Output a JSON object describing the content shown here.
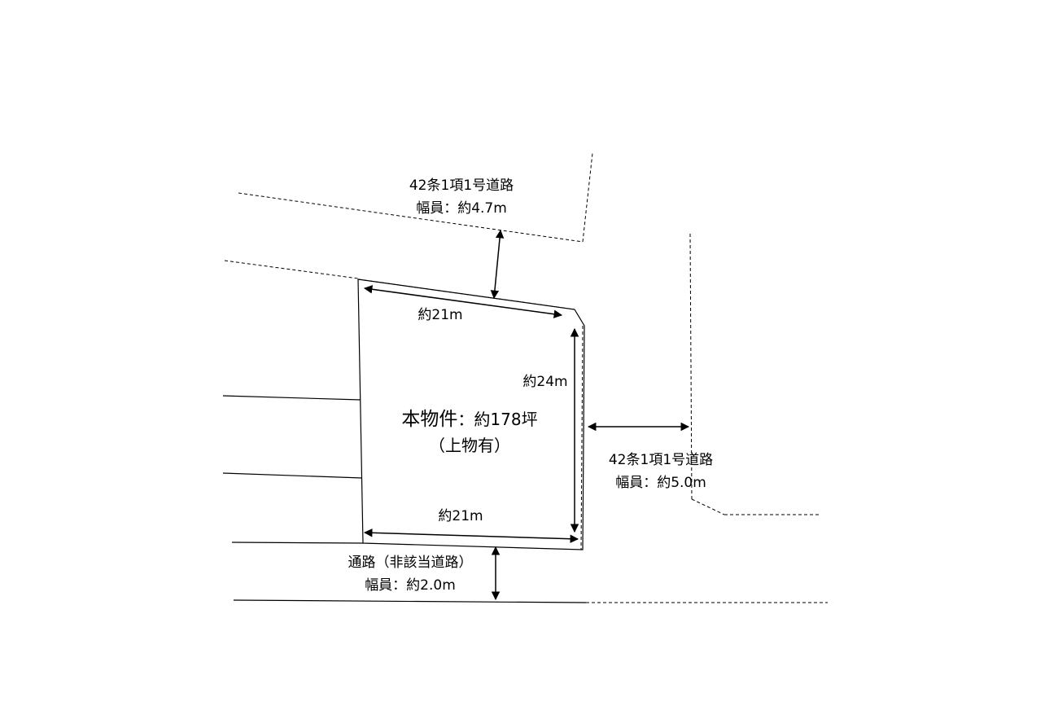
{
  "roads": {
    "north": {
      "name": "42条1項1号道路",
      "width": "幅員：約4.7m"
    },
    "east": {
      "name": "42条1項1号道路",
      "width": "幅員：約5.0m"
    },
    "south": {
      "name": "通路（非該当道路）",
      "width": "幅員：約2.0m"
    }
  },
  "property": {
    "label": "本物件",
    "area": "：約178坪",
    "note": "（上物有）"
  },
  "dimensions": {
    "top": "約21m",
    "right": "約24m",
    "bottom": "約21m"
  }
}
